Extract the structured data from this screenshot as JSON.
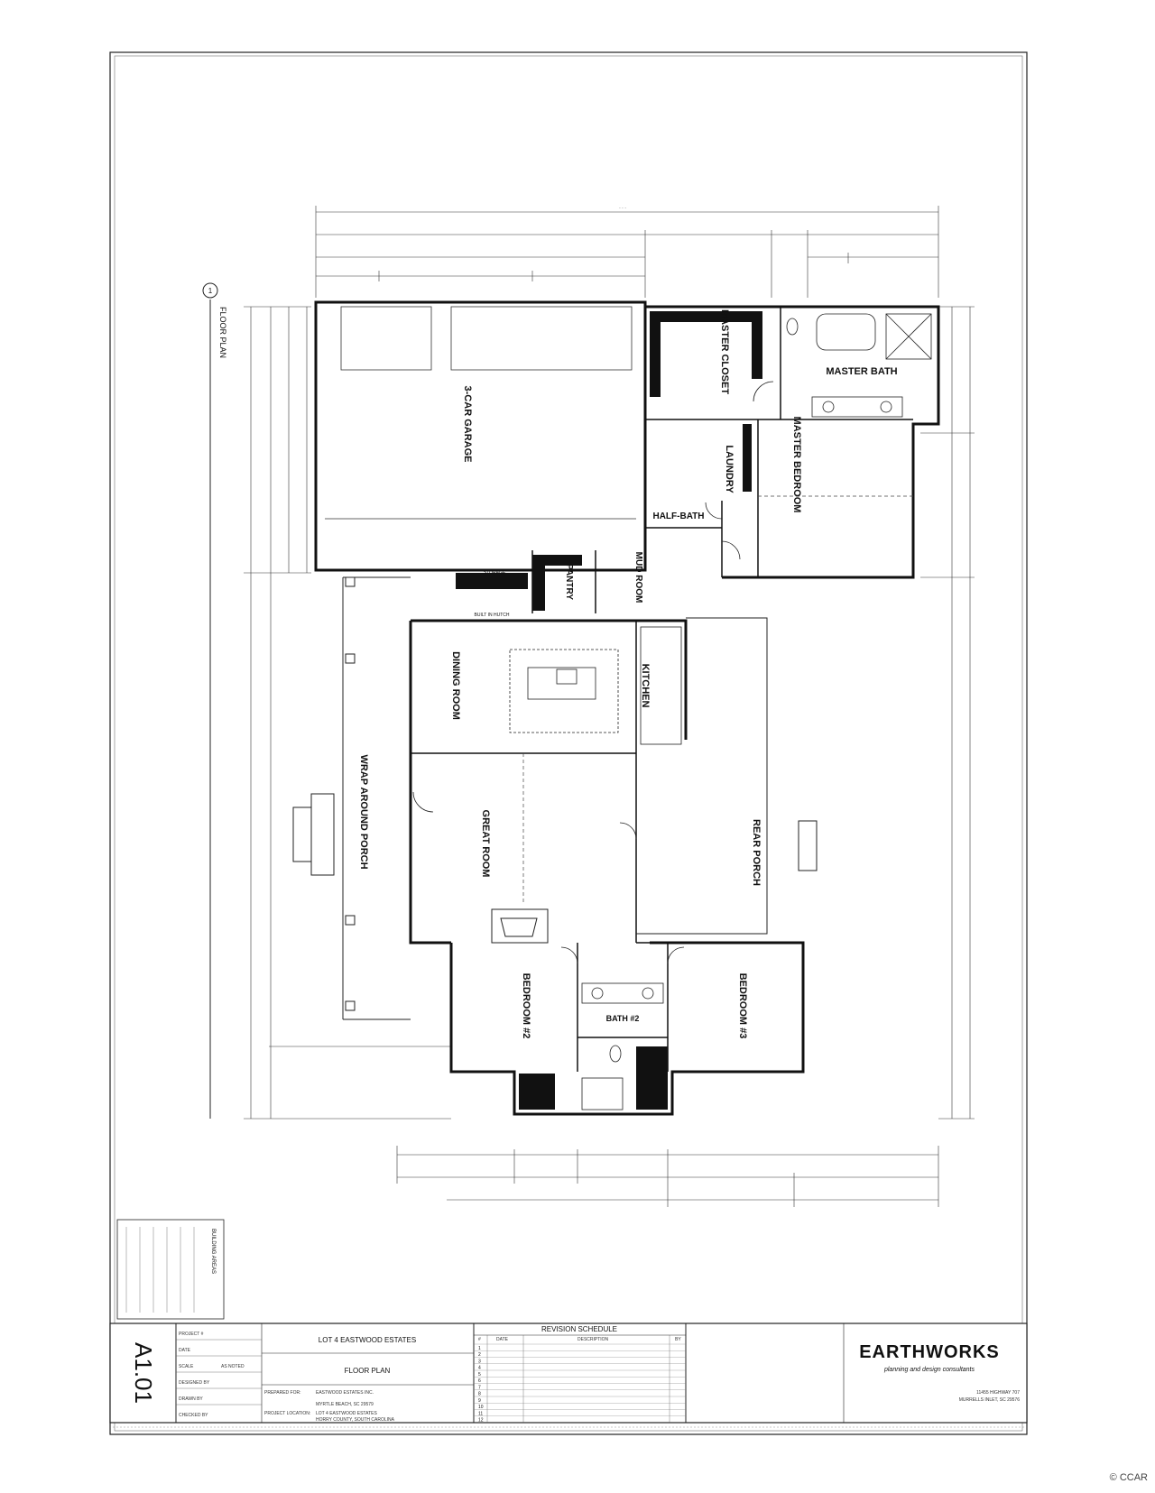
{
  "sheet": {
    "project_name": "LOT 4 EASTWOOD ESTATES",
    "drawing_title": "FLOOR PLAN",
    "sheet_number": "A1.01",
    "plan_label": "FLOOR PLAN",
    "plan_number": "1",
    "revision_header": "REVISION SCHEDULE",
    "revision_cols": [
      "#",
      "DATE",
      "DESCRIPTION",
      "BY"
    ],
    "revision_rows": [
      "1",
      "2",
      "3",
      "4",
      "5",
      "6",
      "7",
      "8",
      "9",
      "10",
      "11",
      "12"
    ],
    "info_labels": [
      "PROJECT #",
      "DATE",
      "SCALE",
      "DESIGNED BY",
      "DRAWN BY",
      "CHECKED BY"
    ],
    "info_values": [
      "",
      "",
      "AS NOTED",
      "",
      "",
      ""
    ],
    "prepared_for_label": "PREPARED FOR:",
    "prepared_for": [
      "EASTWOOD ESTATES INC.",
      "",
      "MYRTLE BEACH, SC 29579"
    ],
    "project_location_label": "PROJECT LOCATION:",
    "project_location": [
      "LOT 4 EASTWOOD ESTATES",
      "HORRY COUNTY, SOUTH CAROLINA"
    ],
    "firm_name": "EARTHWORKS",
    "firm_tagline": "planning and design consultants",
    "firm_address": [
      "11455 HIGHWAY 707",
      "MURRELLS INLET, SC 29576"
    ],
    "building_areas_title": "BUILDING AREAS"
  },
  "rooms": {
    "garage": "3-CAR GARAGE",
    "master_closet": "MASTER CLOSET",
    "master_bath": "MASTER BATH",
    "master_bedroom": "MASTER BEDROOM",
    "laundry": "LAUNDRY",
    "half_bath": "HALF-BATH",
    "mud_room": "MUD ROOM",
    "pantry": "PANTRY",
    "storage": "STORAGE",
    "built_in_hutch": "BUILT IN HUTCH",
    "dining_room": "DINING ROOM",
    "kitchen": "KITCHEN",
    "great_room": "GREAT ROOM",
    "wrap_around_porch": "WRAP AROUND PORCH",
    "rear_porch": "REAR PORCH",
    "bedroom_2": "BEDROOM #2",
    "bedroom_3": "BEDROOM #3",
    "bath_2": "BATH #2"
  },
  "watermark": "© CCAR"
}
